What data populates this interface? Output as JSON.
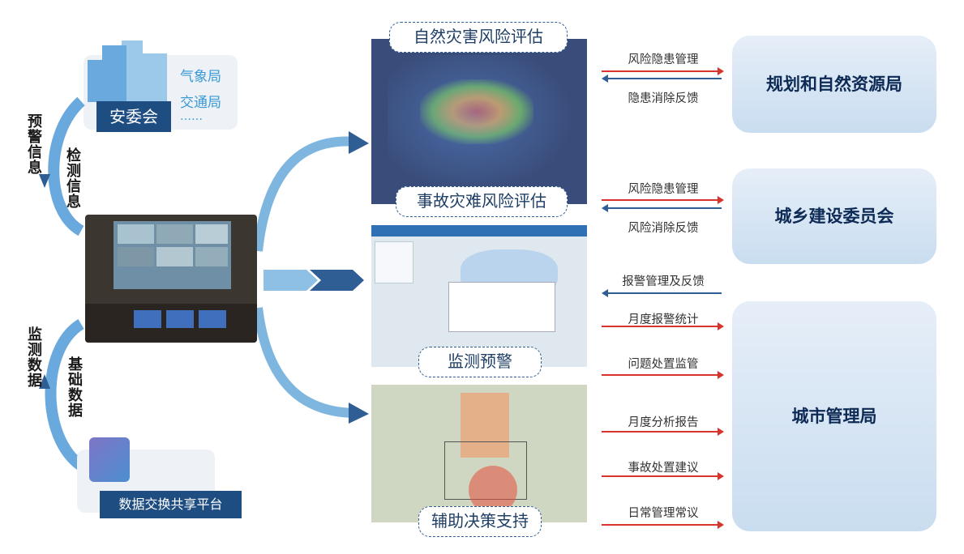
{
  "left_top": {
    "committee": "安委会",
    "agencies": [
      "气象局",
      "交通局",
      "……"
    ]
  },
  "left_flows": {
    "warning": "预警信息",
    "detection": "检测信息",
    "monitoring": "监测数据",
    "base": "基础数据"
  },
  "platform": "数据交换共享平台",
  "panels": [
    {
      "tag": "自然灾害风险评估"
    },
    {
      "tag": "事故灾难风险评估"
    },
    {
      "tag": "监测预警"
    },
    {
      "tag": "辅助决策支持"
    }
  ],
  "right": {
    "planning": "规划和自然资源局",
    "urban_rural": "城乡建设委员会",
    "city": "城市管理局"
  },
  "arrows": [
    {
      "label": "风险隐患管理",
      "dir": "right"
    },
    {
      "label": "隐患消除反馈",
      "dir": "left"
    },
    {
      "label": "风险隐患管理",
      "dir": "right"
    },
    {
      "label": "风险消除反馈",
      "dir": "left"
    },
    {
      "label": "报警管理及反馈",
      "dir": "left"
    },
    {
      "label": "月度报警统计",
      "dir": "right"
    },
    {
      "label": "问题处置监管",
      "dir": "right"
    },
    {
      "label": "月度分析报告",
      "dir": "right"
    },
    {
      "label": "事故处置建议",
      "dir": "right"
    },
    {
      "label": "日常管理常议",
      "dir": "right"
    }
  ],
  "colors": {
    "navy": "#1e4d82",
    "red_arrow": "#d9342b",
    "blue_arrow": "#2f5e94",
    "light_blue": "#6aa9dd"
  }
}
